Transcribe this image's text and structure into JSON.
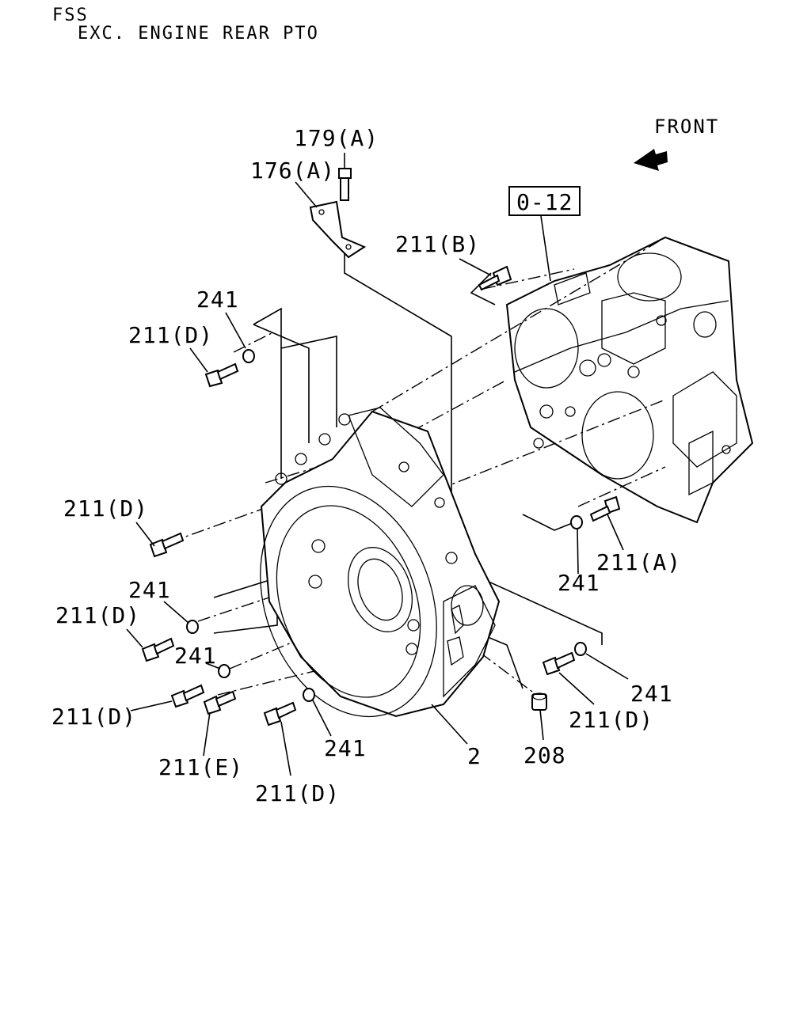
{
  "header": {
    "line1": "FSS",
    "line2": "EXC. ENGINE REAR PTO"
  },
  "front_label": "FRONT",
  "ref_box": "0-12",
  "callouts": {
    "c179a": "179(A)",
    "c176a": "176(A)",
    "c211b": "211(B)",
    "c241_top": "241",
    "c211d_top": "211(D)",
    "c211d_mid": "211(D)",
    "c241_left": "241",
    "c211d_left": "211(D)",
    "c241_left2": "241",
    "c211d_low": "211(D)",
    "c211e": "211(E)",
    "c211d_bottom": "211(D)",
    "c241_bottom": "241",
    "c2": "2",
    "c208": "208",
    "c211a": "211(A)",
    "c241_right": "241",
    "c241_right2": "241",
    "c211d_right": "211(D)"
  }
}
